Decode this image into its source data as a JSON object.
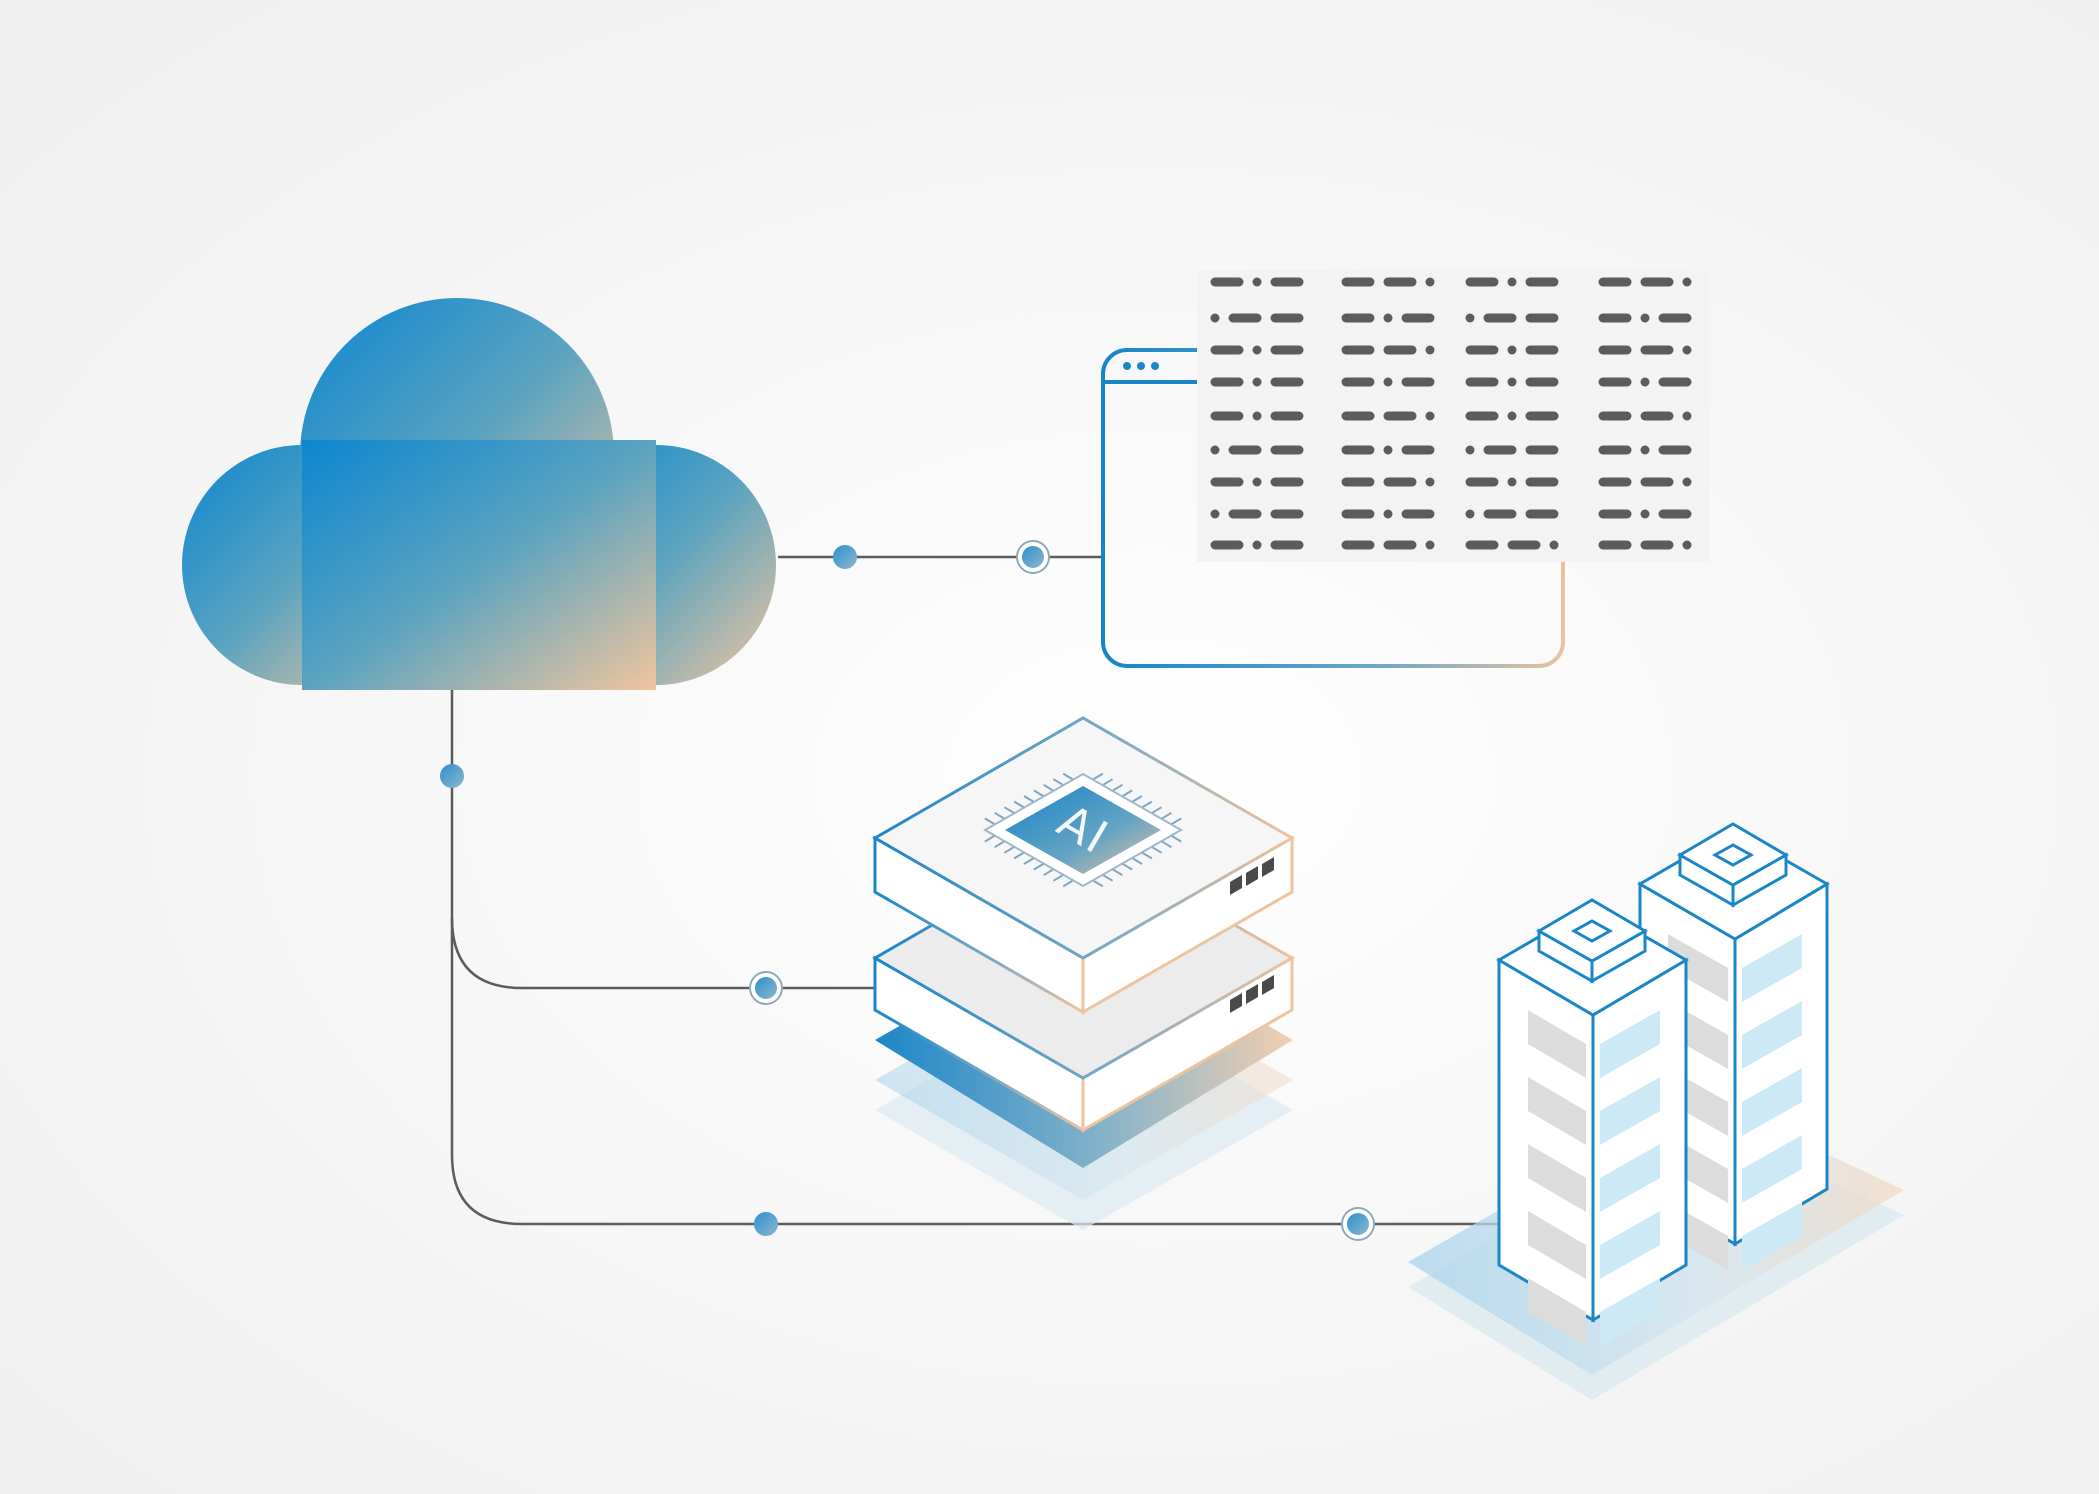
{
  "colors": {
    "accent_blue": "#0f88cf",
    "accent_peach": "#e9c2a0",
    "line_gray": "#5a5a5a",
    "dash_gray": "#5c5c5c",
    "glass_blue": "#cde9f6",
    "shadow_gray": "#dcdcdc"
  },
  "icons": {
    "cloud": "cloud-icon",
    "browser": "browser-window-icon",
    "server": "ai-server-stack-icon",
    "chip": "ai-chip-icon",
    "buildings": "office-buildings-icon",
    "node": "connector-node-icon"
  },
  "chip": {
    "label": "AI"
  },
  "code": {
    "rows": 9,
    "columns": 4,
    "patterns": [
      [
        [
          "L",
          "d",
          "L"
        ],
        [
          "L",
          "L",
          "d"
        ],
        [
          "L",
          "d",
          "L"
        ],
        [
          "L",
          "L",
          "d"
        ]
      ],
      [
        [
          "d",
          "L",
          "L"
        ],
        [
          "L",
          "d",
          "L"
        ],
        [
          "d",
          "L",
          "L"
        ],
        [
          "L",
          "d",
          "L"
        ]
      ],
      [
        [
          "L",
          "d",
          "L"
        ],
        [
          "L",
          "L",
          "d"
        ],
        [
          "L",
          "d",
          "L"
        ],
        [
          "L",
          "L",
          "d"
        ]
      ],
      [
        [
          "L",
          "d",
          "L"
        ],
        [
          "L",
          "d",
          "L"
        ],
        [
          "L",
          "d",
          "L"
        ],
        [
          "L",
          "d",
          "L"
        ]
      ],
      [
        [
          "L",
          "d",
          "L"
        ],
        [
          "L",
          "L",
          "d"
        ],
        [
          "L",
          "d",
          "L"
        ],
        [
          "L",
          "L",
          "d"
        ]
      ],
      [
        [
          "d",
          "L",
          "L"
        ],
        [
          "L",
          "d",
          "L"
        ],
        [
          "d",
          "L",
          "L"
        ],
        [
          "L",
          "d",
          "L"
        ]
      ],
      [
        [
          "L",
          "d",
          "L"
        ],
        [
          "L",
          "L",
          "d"
        ],
        [
          "L",
          "d",
          "L"
        ],
        [
          "L",
          "L",
          "d"
        ]
      ],
      [
        [
          "d",
          "L",
          "L"
        ],
        [
          "L",
          "d",
          "L"
        ],
        [
          "d",
          "L",
          "L"
        ],
        [
          "L",
          "d",
          "L"
        ]
      ],
      [
        [
          "L",
          "d",
          "L"
        ],
        [
          "L",
          "L",
          "d"
        ],
        [
          "L",
          "L",
          "d"
        ],
        [
          "L",
          "L",
          "d"
        ]
      ]
    ]
  }
}
